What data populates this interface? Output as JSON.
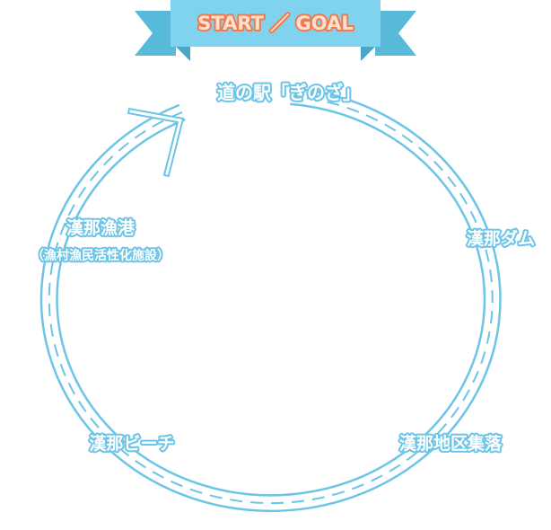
{
  "banner": {
    "text": "START ／ GOAL",
    "ribbon_color": "#7fd3ee",
    "ribbon_dark_color": "#59b9d9",
    "text_fill": "#ffe0cf",
    "text_stroke": "#f07a4e"
  },
  "route": {
    "path_color": "#6cc4e6",
    "label_fill": "#ffffff",
    "label_stroke": "#6cc4e6",
    "direction": "clockwise",
    "stops": [
      {
        "label": "道の駅「ぎのざ」",
        "sub_label": ""
      },
      {
        "label": "漢那ダム",
        "sub_label": ""
      },
      {
        "label": "漢那地区集落",
        "sub_label": ""
      },
      {
        "label": "漢那ビーチ",
        "sub_label": ""
      },
      {
        "label": "漢那漁港",
        "sub_label": "（漁村漁民活性化施設）"
      }
    ]
  }
}
